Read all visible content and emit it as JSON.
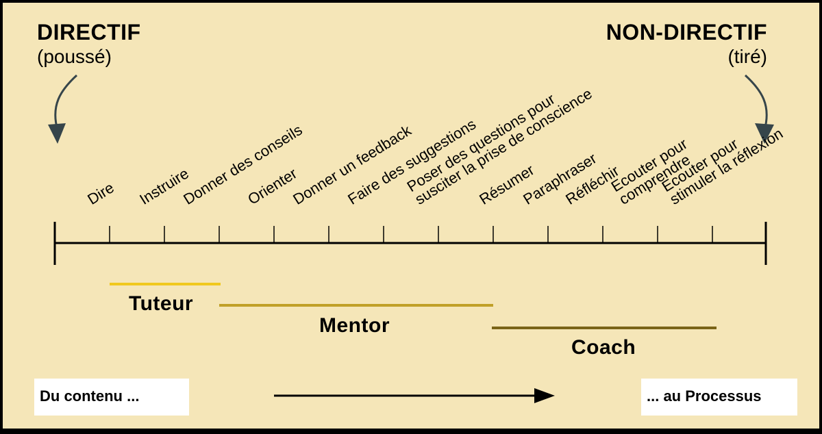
{
  "header": {
    "left_title": "DIRECTIF",
    "left_subtitle": "(poussé)",
    "right_title": "NON-DIRECTIF",
    "right_subtitle": "(tiré)"
  },
  "scale": {
    "ticks": [
      "Dire",
      "Instruire",
      "Donner des conseils",
      "Orienter",
      "Donner un feedback",
      "Faire des suggestions",
      "Poser des questions pour\nsusciter la prise de conscience",
      "Résumer",
      "Paraphraser",
      "Réfléchir",
      "Ecouter pour\ncomprendre",
      "Ecouter pour\nstimuler la réflexion"
    ]
  },
  "roles": [
    {
      "label": "Tuteur",
      "color": "#f0c81e"
    },
    {
      "label": "Mentor",
      "color": "#c0a028"
    },
    {
      "label": "Coach",
      "color": "#7a6418"
    }
  ],
  "footer": {
    "left_text": "Du contenu ...",
    "right_text": "... au Processus"
  },
  "colors": {
    "background": "#f5e6b8",
    "arrow": "#36454a",
    "frame": "#000000"
  }
}
